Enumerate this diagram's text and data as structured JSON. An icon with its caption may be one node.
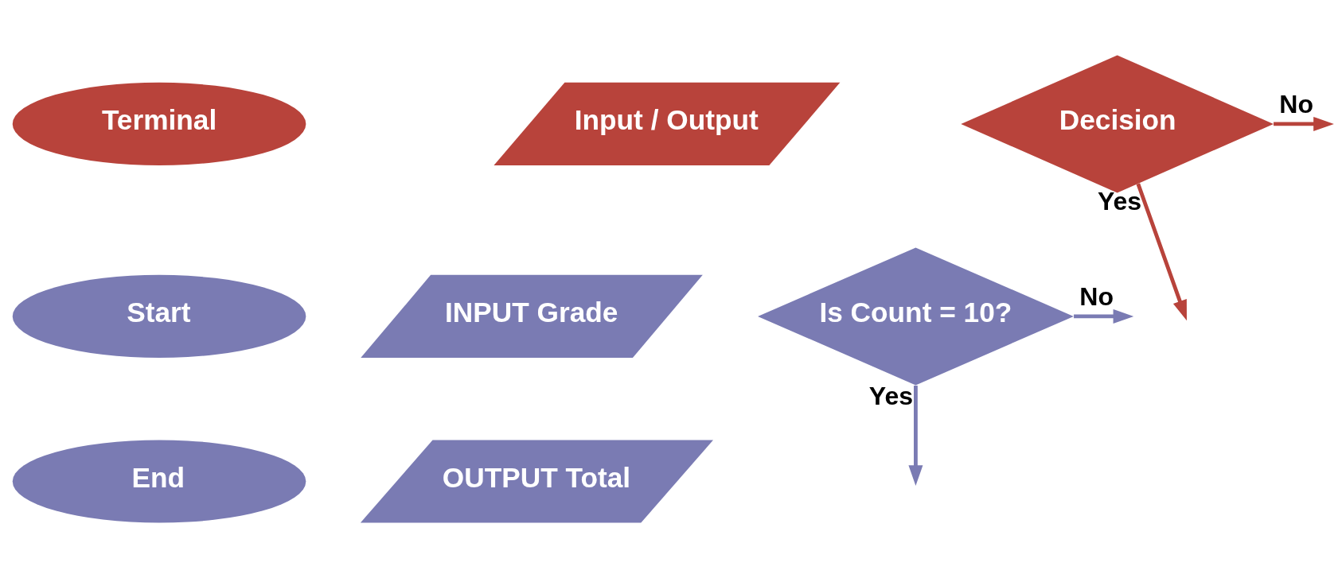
{
  "diagram": {
    "nodes": [
      {
        "text": [
          "Terminal"
        ]
      },
      {
        "text": [
          "Input / Output"
        ]
      },
      {
        "text": [
          "Decision"
        ]
      },
      {
        "text": [
          "Start"
        ]
      },
      {
        "text": [
          "INPUT Grade"
        ]
      },
      {
        "text": [
          "Is Count = 10?"
        ]
      },
      {
        "text": [
          "End"
        ]
      },
      {
        "text": [
          "OUTPUT Total"
        ]
      }
    ],
    "edges": [
      {
        "from": 2,
        "to": null,
        "arrow": "to",
        "label": "Yes",
        "color": "#b8433b"
      },
      {
        "from": 2,
        "to": null,
        "arrow": "to",
        "label": "No",
        "color": "#b8433b"
      },
      {
        "from": 5,
        "to": null,
        "arrow": "to",
        "label": "Yes",
        "color": "#7a7bb3"
      },
      {
        "from": 5,
        "to": null,
        "arrow": "to",
        "label": "No",
        "color": "#7a7bb3"
      }
    ]
  }
}
